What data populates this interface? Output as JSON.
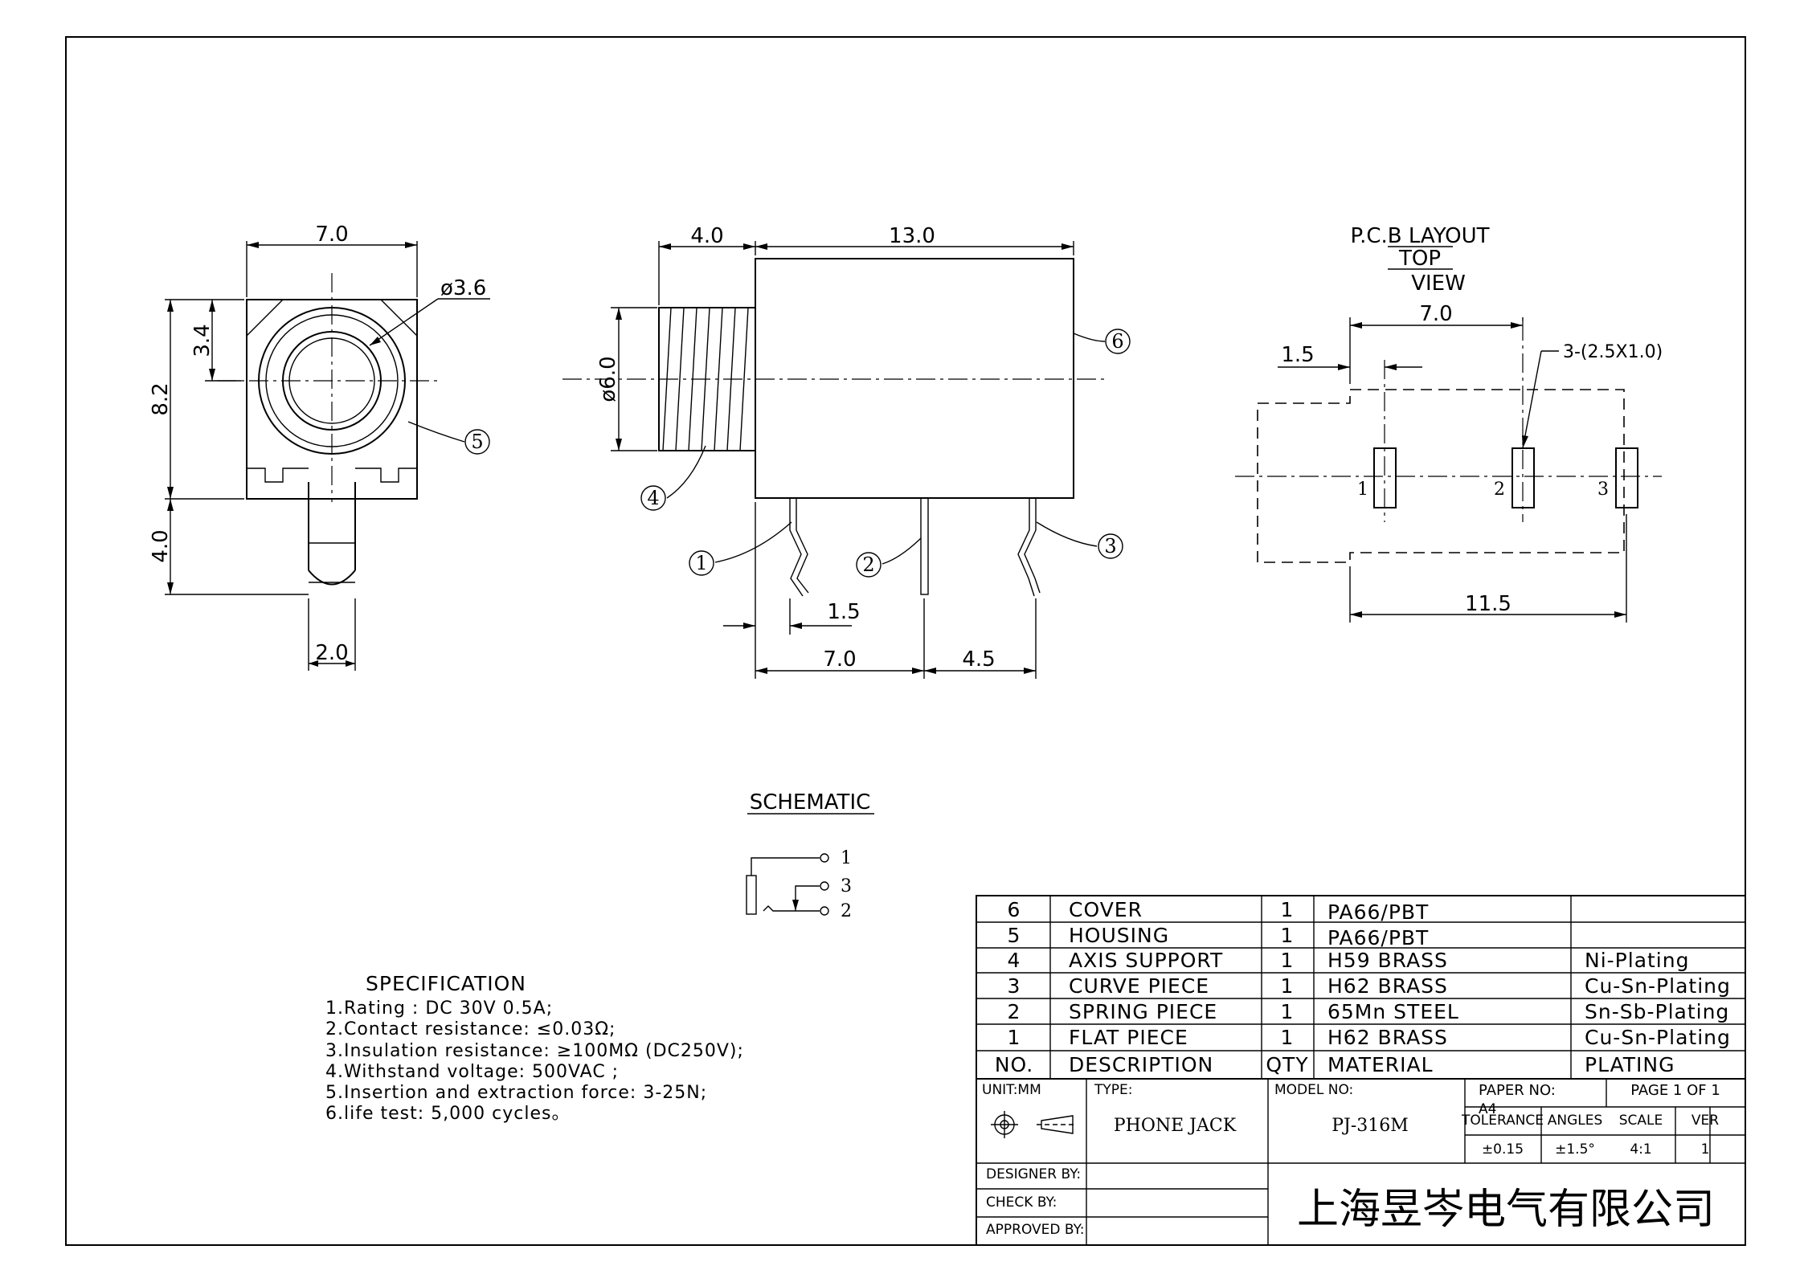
{
  "drawing": {
    "front_view": {
      "width": "7.0",
      "height": "8.2",
      "hole_offset": "3.4",
      "hole_diameter": "ø3.6",
      "pin_length": "4.0",
      "pin_width": "2.0",
      "callout": "5"
    },
    "side_view": {
      "thread_length": "4.0",
      "body_length": "13.0",
      "diameter": "ø6.0",
      "pin_offset": "1.5",
      "pin_spacing_a": "7.0",
      "pin_spacing_b": "4.5",
      "callouts": [
        "1",
        "2",
        "3",
        "4",
        "6"
      ]
    },
    "pcb_layout": {
      "title_1": "P.C.B LAYOUT",
      "title_2": "TOP",
      "title_3": "VIEW",
      "dim_top": "7.0",
      "dim_left": "1.5",
      "dim_bottom": "11.5",
      "hole_note": "3-(2.5X1.0)",
      "pads": [
        "1",
        "2",
        "3"
      ]
    },
    "schematic": {
      "title": "SCHEMATIC",
      "pins": [
        "1",
        "3",
        "2"
      ]
    }
  },
  "specification": {
    "title": "SPECIFICATION",
    "lines": [
      "1.Rating : DC 30V 0.5A;",
      "2.Contact resistance: ≤0.03Ω;",
      "3.Insulation resistance: ≥100MΩ (DC250V);",
      "4.Withstand voltage: 500VAC ;",
      "5.Insertion and extraction force: 3-25N;",
      "6.life test: 5,000 cycles。"
    ]
  },
  "bom": {
    "rows": [
      {
        "no": "6",
        "description": "COVER",
        "qty": "1",
        "material": "PA66/PBT",
        "plating": ""
      },
      {
        "no": "5",
        "description": "HOUSING",
        "qty": "1",
        "material": "PA66/PBT",
        "plating": ""
      },
      {
        "no": "4",
        "description": "AXIS SUPPORT",
        "qty": "1",
        "material": "H59 BRASS",
        "plating": "Ni-Plating"
      },
      {
        "no": "3",
        "description": "CURVE PIECE",
        "qty": "1",
        "material": "H62 BRASS",
        "plating": "Cu-Sn-Plating"
      },
      {
        "no": "2",
        "description": "SPRING PIECE",
        "qty": "1",
        "material": "65Mn STEEL",
        "plating": "Sn-Sb-Plating"
      },
      {
        "no": "1",
        "description": "FLAT PIECE",
        "qty": "1",
        "material": "H62 BRASS",
        "plating": "Cu-Sn-Plating"
      }
    ],
    "header": {
      "no": "NO.",
      "description": "DESCRIPTION",
      "qty": "QTY",
      "material": "MATERIAL",
      "plating": "PLATING"
    }
  },
  "title_block": {
    "unit": "UNIT:MM",
    "type_label": "TYPE:",
    "type_value": "PHONE JACK",
    "model_label": "MODEL NO:",
    "model_value": "PJ-316M",
    "paper_label": "PAPER NO:",
    "paper_value": "A4",
    "page": "PAGE 1 OF 1",
    "tolerance_label": "TOLERANCE",
    "tolerance_value": "±0.15",
    "angles_label": "ANGLES",
    "angles_value": "±1.5°",
    "scale_label": "SCALE",
    "scale_value": "4:1",
    "ver_label": "VER",
    "ver_value": "1",
    "designer": "DESIGNER BY:",
    "check": "CHECK BY:",
    "approved": "APPROVED BY:",
    "company": "上海昱岑电气有限公司"
  }
}
